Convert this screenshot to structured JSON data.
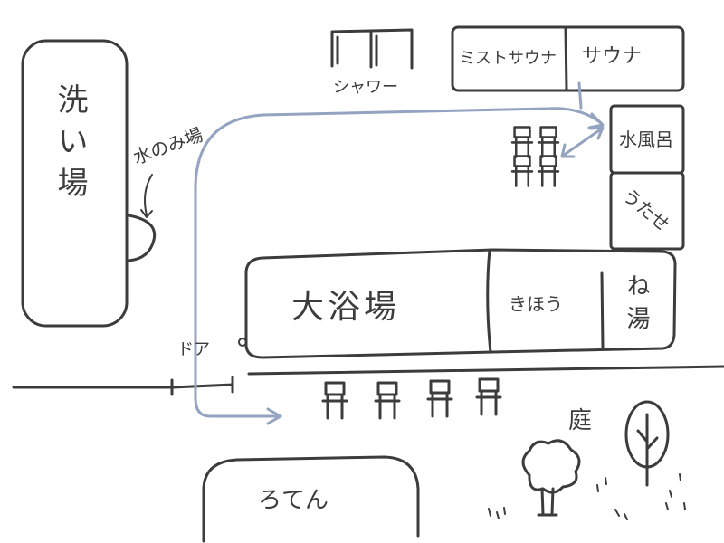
{
  "labels": {
    "washing_area": "洗い場",
    "drinking_fountain": "水のみ場",
    "shower": "シャワー",
    "mist_sauna": "ミストサウナ",
    "sauna": "サウナ",
    "cold_bath": "水風呂",
    "utase": "うたせ",
    "main_bath": "大浴場",
    "bubble_bath": "きほう",
    "lying_bath": "ね湯",
    "door": "ドア",
    "garden": "庭",
    "outdoor_bath": "ろてん"
  },
  "icons": [
    "chair-icon",
    "tree-icon",
    "arrow-icon"
  ],
  "colors": {
    "ink": "#3c3c3c",
    "route": "#93a3c0",
    "background": "#ffffff"
  }
}
